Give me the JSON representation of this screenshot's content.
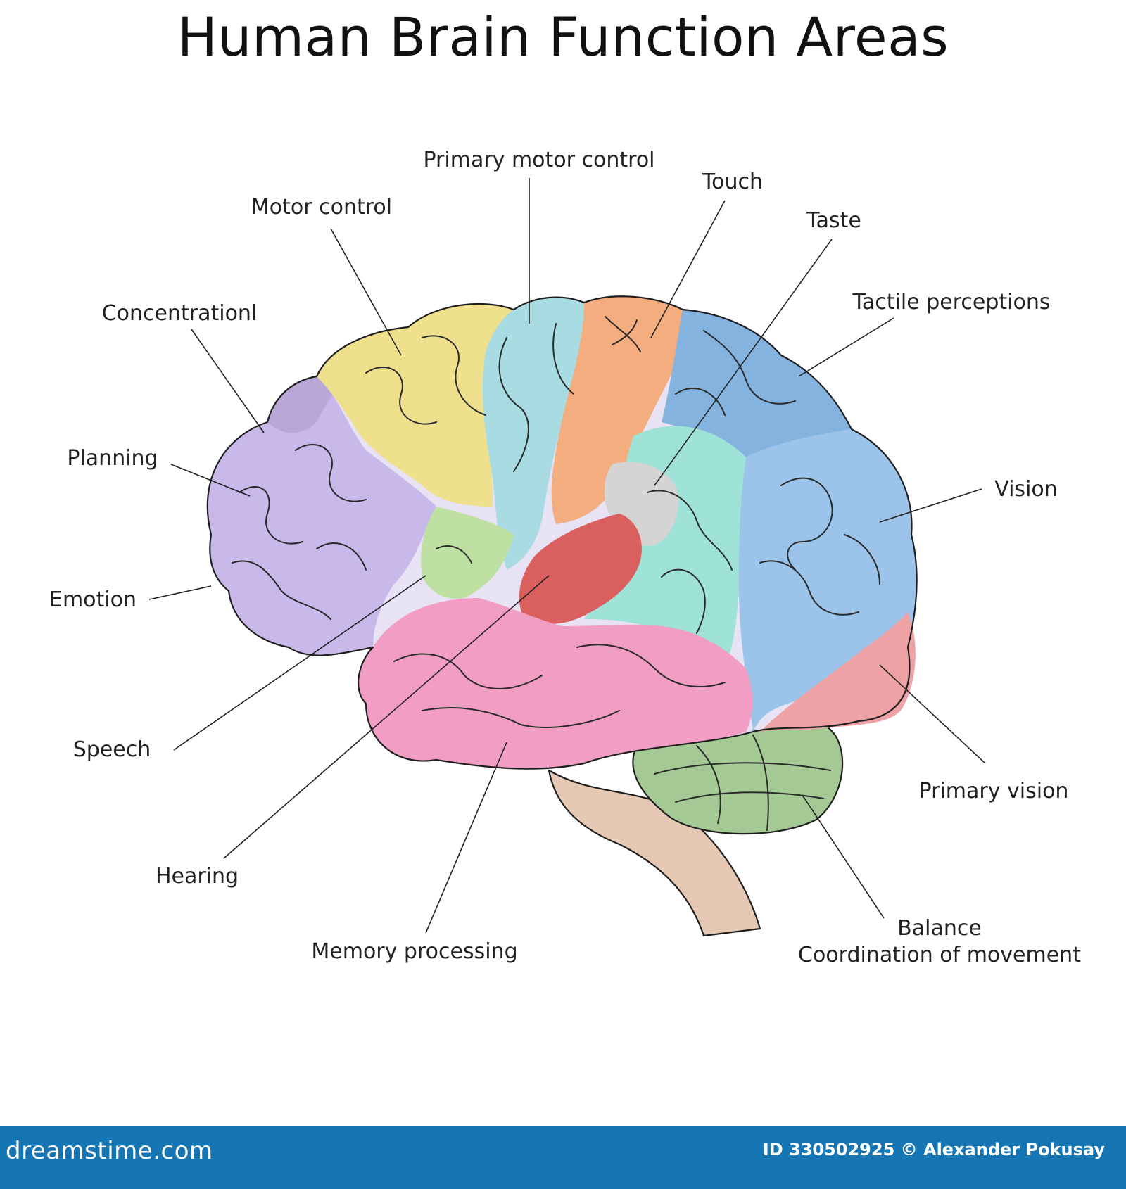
{
  "title": "Human Brain Function Areas",
  "labels": {
    "primary_motor_control": "Primary motor control",
    "touch": "Touch",
    "motor_control": "Motor control",
    "taste": "Taste",
    "concentration": "Concentrationl",
    "tactile_perceptions": "Tactile perceptions",
    "planning": "Planning",
    "vision": "Vision",
    "emotion": "Emotion",
    "speech": "Speech",
    "primary_vision": "Primary vision",
    "hearing": "Hearing",
    "balance": "Balance",
    "coordination": "Coordination of movement",
    "memory_processing": "Memory processing"
  },
  "colors": {
    "emotion_planning": "#c9b8ea",
    "concentration": "#b9a7d8",
    "motor_control": "#efe08e",
    "primary_motor": "#a9dbe3",
    "touch": "#f4ad7e",
    "tactile": "#84b3e0",
    "vision": "#9cc3ea",
    "taste": "#d4d4d4",
    "temporal_teal": "#9ee2d8",
    "hearing": "#d9605f",
    "speech": "#bfe0a3",
    "memory": "#f29dc3",
    "primary_vision": "#eea2a6",
    "cerebellum": "#a4c995",
    "brainstem": "#e6c9b5"
  },
  "footer": {
    "brand": "dreamstime.com",
    "credit": "ID 330502925 © Alexander Pokusay"
  }
}
